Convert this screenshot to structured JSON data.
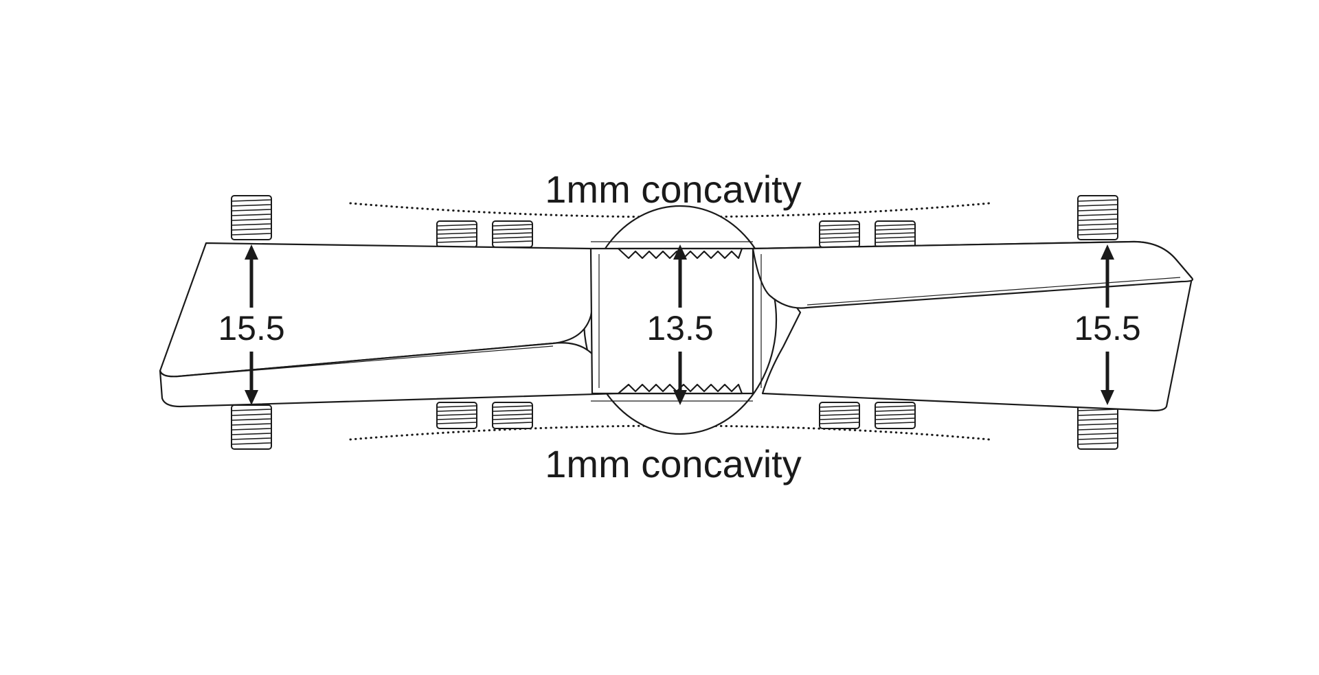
{
  "diagram": {
    "top_concavity_label": "1mm concavity",
    "bottom_concavity_label": "1mm concavity",
    "left_thickness_label": "15.5",
    "center_thickness_label": "13.5",
    "right_thickness_label": "15.5",
    "line_color": "#1a1a1a",
    "background_color": "#ffffff"
  }
}
